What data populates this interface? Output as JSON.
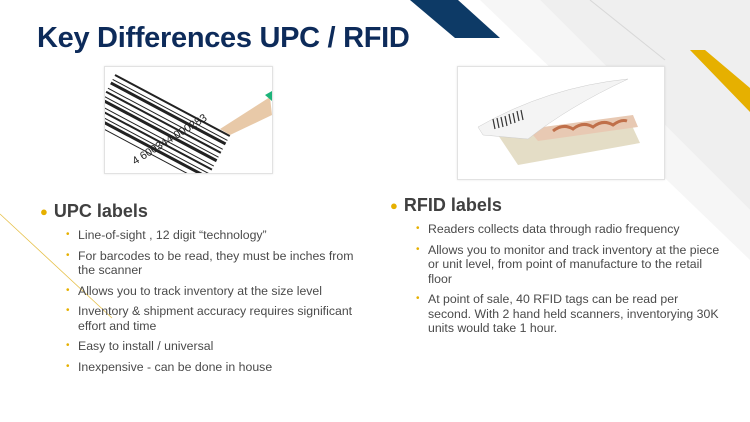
{
  "title": "Key Differences UPC / RFID",
  "colors": {
    "navy": "#0d3a66",
    "gold": "#e6b000",
    "title": "#0d2b5a"
  },
  "upc": {
    "heading": "UPC labels",
    "image_digits": "4 600344 000283",
    "bullets": [
      "Line-of-sight , 12 digit “technology”",
      "For barcodes to be read, they must be inches from the scanner",
      "Allows you to track inventory at the size level",
      "Inventory & shipment accuracy requires significant effort and time",
      "Easy to install / universal",
      "Inexpensive - can be done in house"
    ]
  },
  "rfid": {
    "heading": "RFID labels",
    "bullets": [
      "Readers collects data through radio frequency",
      "Allows you to monitor and track inventory at the piece or unit level, from point of manufacture to the retail floor",
      "At point of sale, 40 RFID tags can be read per second. With 2 hand held scanners, inventorying 30K units would take 1 hour."
    ]
  }
}
